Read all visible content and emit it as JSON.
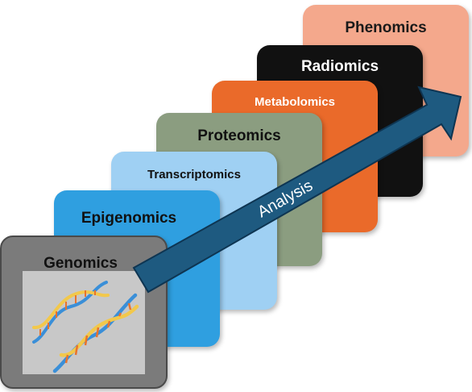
{
  "diagram": {
    "stages": [
      {
        "id": "genomics",
        "label": "Genomics",
        "color": "#7b7b7b"
      },
      {
        "id": "epigenomics",
        "label": "Epigenomics",
        "color": "#2f9fe0"
      },
      {
        "id": "transcriptomics",
        "label": "Transcriptomics",
        "color": "#9fd0f3"
      },
      {
        "id": "proteomics",
        "label": "Proteomics",
        "color": "#8b9d80"
      },
      {
        "id": "metabolomics",
        "label": "Metabolomics",
        "color": "#ea6a2a"
      },
      {
        "id": "radiomics",
        "label": "Radiomics",
        "color": "#111111"
      },
      {
        "id": "phenomics",
        "label": "Phenomics",
        "color": "#f4a88c"
      }
    ],
    "arrow": {
      "label": "Analysis",
      "color": "#1e5a80"
    },
    "image": {
      "icon": "dna-helix-icon"
    }
  }
}
